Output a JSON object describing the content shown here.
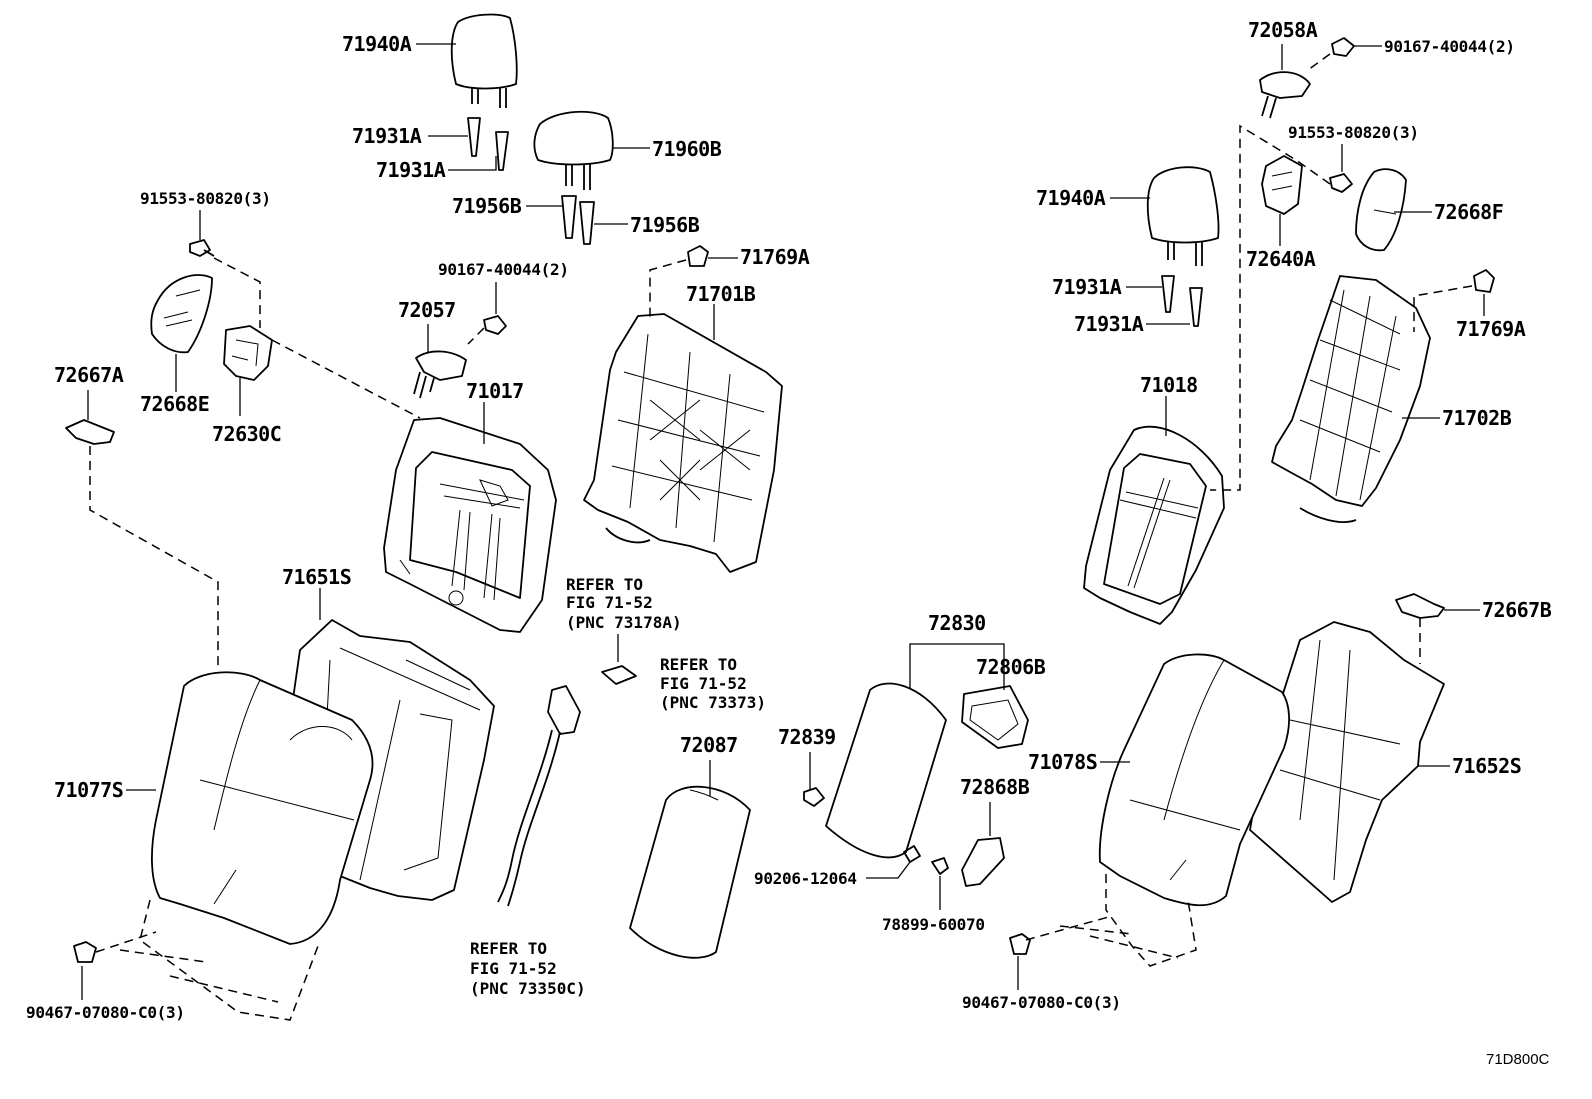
{
  "diagram_code": "71D800C",
  "labels": {
    "p71940A_l": "71940A",
    "p71931A_l1": "71931A",
    "p71931A_l2": "71931A",
    "p71960B": "71960B",
    "p71956B_1": "71956B",
    "p71956B_2": "71956B",
    "p91553_l": "91553-80820(3)",
    "p90167_l": "90167-40044(2)",
    "p71769A_l": "71769A",
    "p72057": "72057",
    "p71701B": "71701B",
    "p72667A": "72667A",
    "p72668E": "72668E",
    "p72630C": "72630C",
    "p71017": "71017",
    "p71651S": "71651S",
    "p71077S": "71077S",
    "p90467_l": "90467-07080-C0(3)",
    "p72087": "72087",
    "p72830": "72830",
    "p72806B": "72806B",
    "p72839": "72839",
    "p72868B": "72868B",
    "p90206": "90206-12064",
    "p78899": "78899-60070",
    "p72058A": "72058A",
    "p90167_r": "90167-40044(2)",
    "p91553_r": "91553-80820(3)",
    "p72668F": "72668F",
    "p71940A_r": "71940A",
    "p72640A": "72640A",
    "p71931A_r1": "71931A",
    "p71931A_r2": "71931A",
    "p71769A_r": "71769A",
    "p71018": "71018",
    "p71702B": "71702B",
    "p72667B": "72667B",
    "p71078S": "71078S",
    "p71652S": "71652S",
    "p90467_r": "90467-07080-C0(3)"
  },
  "references": [
    [
      "REFER TO",
      "FIG 71-52",
      "(PNC 73178A)"
    ],
    [
      "REFER TO",
      "FIG 71-52",
      "(PNC 73373)"
    ],
    [
      "REFER TO",
      "FIG 71-52",
      "(PNC 73350C)"
    ]
  ]
}
